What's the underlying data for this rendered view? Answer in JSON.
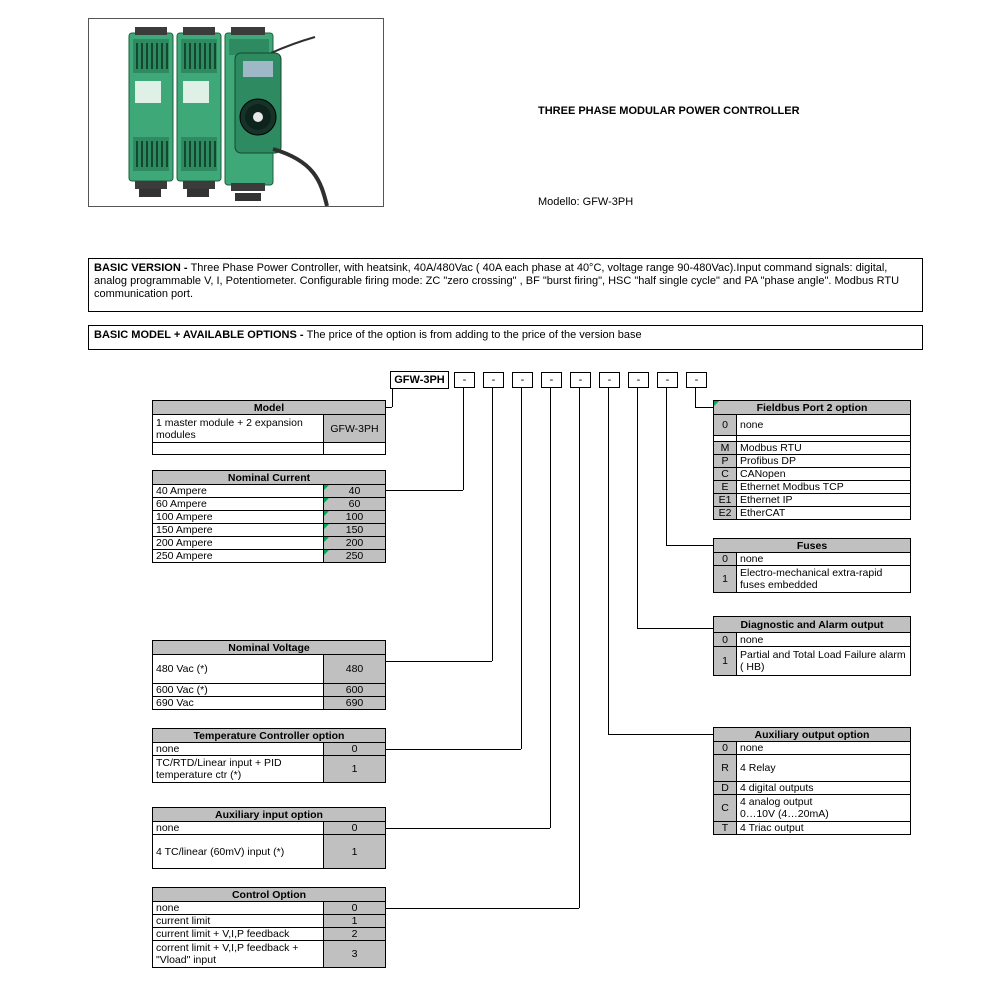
{
  "page": {
    "title": "THREE PHASE MODULAR POWER CONTROLLER",
    "model_label": "Modello: GFW-3PH"
  },
  "basic_version": {
    "label": "BASIC VERSION - ",
    "text": "Three Phase Power Controller, with heatsink, 40A/480Vac ( 40A each phase at 40°C, voltage range  90-480Vac).Input command signals: digital, analog programmable V, I, Potentiometer.  Configurable firing mode: ZC \"zero crossing\" , BF \"burst firing\", HSC \"half single cycle\" and PA \"phase angle\". Modbus RTU communication port."
  },
  "basic_model": {
    "label": "BASIC MODEL + AVAILABLE OPTIONS - ",
    "text": "The price of the option is from adding to the price of the version base"
  },
  "order_code": {
    "base": "GFW-3PH",
    "separators": [
      "-",
      "-",
      "-",
      "-",
      "-",
      "-",
      "-",
      "-",
      "-"
    ]
  },
  "tables": {
    "model": {
      "title": "Model",
      "rows": [
        {
          "desc": "1 master module + 2 expansion\nmodules",
          "code": "GFW-3PH"
        }
      ]
    },
    "nominal_current": {
      "title": "Nominal Current",
      "rows": [
        {
          "desc": "40 Ampere",
          "code": "40"
        },
        {
          "desc": "60 Ampere",
          "code": "60"
        },
        {
          "desc": "100 Ampere",
          "code": "100"
        },
        {
          "desc": "150 Ampere",
          "code": "150"
        },
        {
          "desc": "200 Ampere",
          "code": "200"
        },
        {
          "desc": "250 Ampere",
          "code": "250"
        }
      ]
    },
    "nominal_voltage": {
      "title": "Nominal Voltage",
      "rows": [
        {
          "desc": "480 Vac (*)",
          "code": "480"
        },
        {
          "desc": "600 Vac (*)",
          "code": "600"
        },
        {
          "desc": "690 Vac",
          "code": "690"
        }
      ]
    },
    "temperature_controller": {
      "title": "Temperature Controller option",
      "rows": [
        {
          "desc": "none",
          "code": "0"
        },
        {
          "desc": "TC/RTD/Linear input + PID\ntemperature ctr (*)",
          "code": "1"
        }
      ]
    },
    "auxiliary_input": {
      "title": "Auxiliary input option",
      "rows": [
        {
          "desc": "none",
          "code": "0"
        },
        {
          "desc": "4 TC/linear (60mV) input (*)",
          "code": "1"
        }
      ]
    },
    "control_option": {
      "title": "Control Option",
      "rows": [
        {
          "desc": "none",
          "code": "0"
        },
        {
          "desc": "current limit",
          "code": "1"
        },
        {
          "desc": "current limit +  V,I,P feedback",
          "code": "2"
        },
        {
          "desc": "corrent limit + V,I,P feedback +\n\"Vload\" input",
          "code": "3"
        }
      ]
    },
    "fieldbus": {
      "title": "Fieldbus Port 2 option",
      "rows": [
        {
          "code": "0",
          "desc": "none"
        },
        {
          "code": "M",
          "desc": "Modbus RTU"
        },
        {
          "code": "P",
          "desc": "Profibus DP"
        },
        {
          "code": "C",
          "desc": "CANopen"
        },
        {
          "code": "E",
          "desc": "Ethernet Modbus TCP"
        },
        {
          "code": "E1",
          "desc": "Ethernet IP"
        },
        {
          "code": "E2",
          "desc": "EtherCAT"
        }
      ]
    },
    "fuses": {
      "title": "Fuses",
      "rows": [
        {
          "code": "0",
          "desc": "none"
        },
        {
          "code": "1",
          "desc": "Electro-mechanical extra-rapid\nfuses embedded"
        }
      ]
    },
    "diagnostic": {
      "title": "Diagnostic and Alarm output",
      "rows": [
        {
          "code": "0",
          "desc": "none"
        },
        {
          "code": "1",
          "desc": "Partial and Total Load Failure alarm\n( HB)"
        }
      ]
    },
    "auxiliary_output": {
      "title": "Auxiliary output option",
      "rows": [
        {
          "code": "0",
          "desc": "none"
        },
        {
          "code": "R",
          "desc": "4 Relay"
        },
        {
          "code": "D",
          "desc": "4 digital outputs"
        },
        {
          "code": "C",
          "desc": "4 analog output\n0…10V (4…20mA)"
        },
        {
          "code": "T",
          "desc": "4 Triac output"
        }
      ]
    }
  },
  "colors": {
    "table_header_bg": "#c0c0c0",
    "code_cell_bg": "#c0c0c0",
    "note_marker_green": "#00a651",
    "product_green": "#3fa878"
  }
}
